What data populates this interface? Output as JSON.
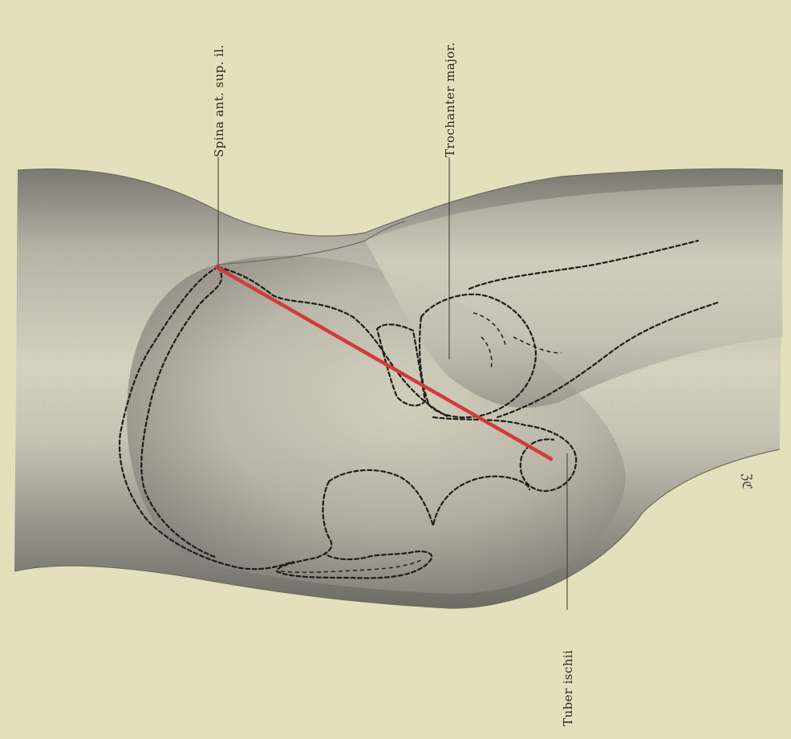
{
  "labels": {
    "spina": "Spina  ant. sup. il.",
    "trochanter": "Trochanter major.",
    "tuber": "Tuber ischii"
  },
  "signature": "ℨℭ",
  "colors": {
    "paper": "#e4e0bd",
    "line": "#d13b3b",
    "ink": "#2a2622"
  }
}
